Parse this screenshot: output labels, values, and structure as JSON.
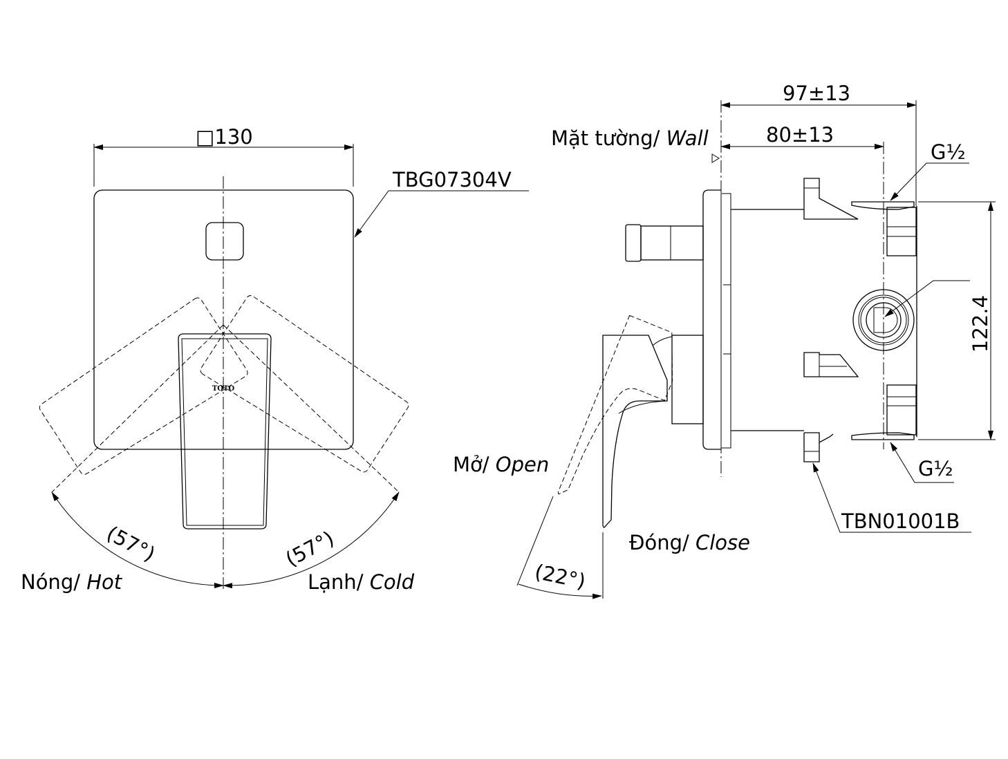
{
  "front_view": {
    "width_dim": "□130",
    "cover_model": "TBG07304V",
    "logo": "TOTO",
    "angle_left": "(57°)",
    "angle_right": "(57°)",
    "hot_label": "Nóng/ ",
    "hot_label_en": "Hot",
    "cold_label": "Lạnh/ ",
    "cold_label_en": "Cold"
  },
  "side_view": {
    "overall_depth": "97±13",
    "body_depth": "80±13",
    "wall_label": "Mặt tường/ ",
    "wall_label_en": "Wall",
    "inlet_top": "G½",
    "inlet_bottom": "G½",
    "height_dim": "122.4",
    "body_model": "TBN01001B",
    "open_label": "Mở/ ",
    "open_label_en": "Open",
    "close_label": "Đóng/ ",
    "close_label_en": "Close",
    "open_angle": "(22°)"
  }
}
